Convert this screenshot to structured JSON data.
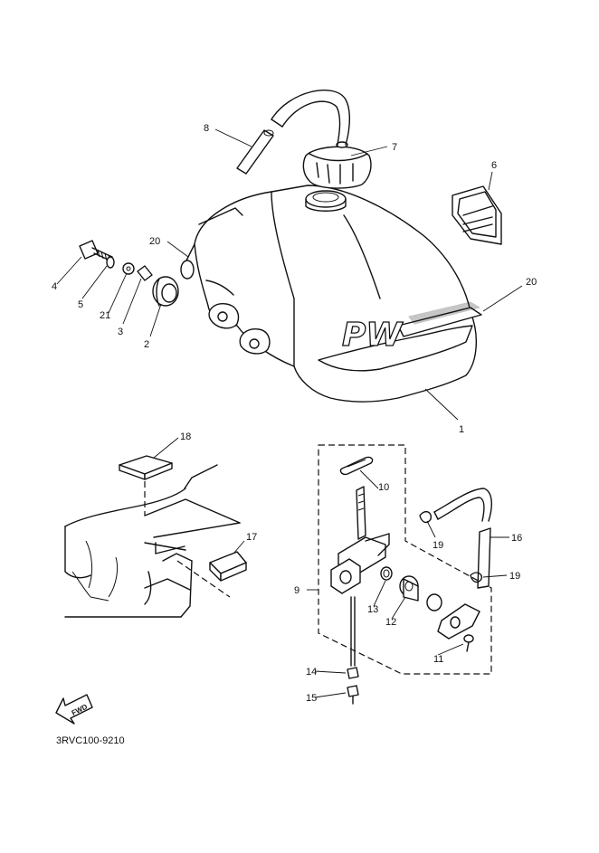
{
  "diagram": {
    "doc_code": "3RVC100-9210",
    "fwd_label": "FWD",
    "tank_logo": "PW",
    "callouts": {
      "c1": "1",
      "c2": "2",
      "c3": "3",
      "c4": "4",
      "c5": "5",
      "c6": "6",
      "c7": "7",
      "c8": "8",
      "c9": "9",
      "c10": "10",
      "c11": "11",
      "c12": "12",
      "c13": "13",
      "c14": "14",
      "c15": "15",
      "c16": "16",
      "c17": "17",
      "c18": "18",
      "c19a": "19",
      "c19b": "19",
      "c20a": "20",
      "c20b": "20",
      "c21": "21"
    }
  }
}
